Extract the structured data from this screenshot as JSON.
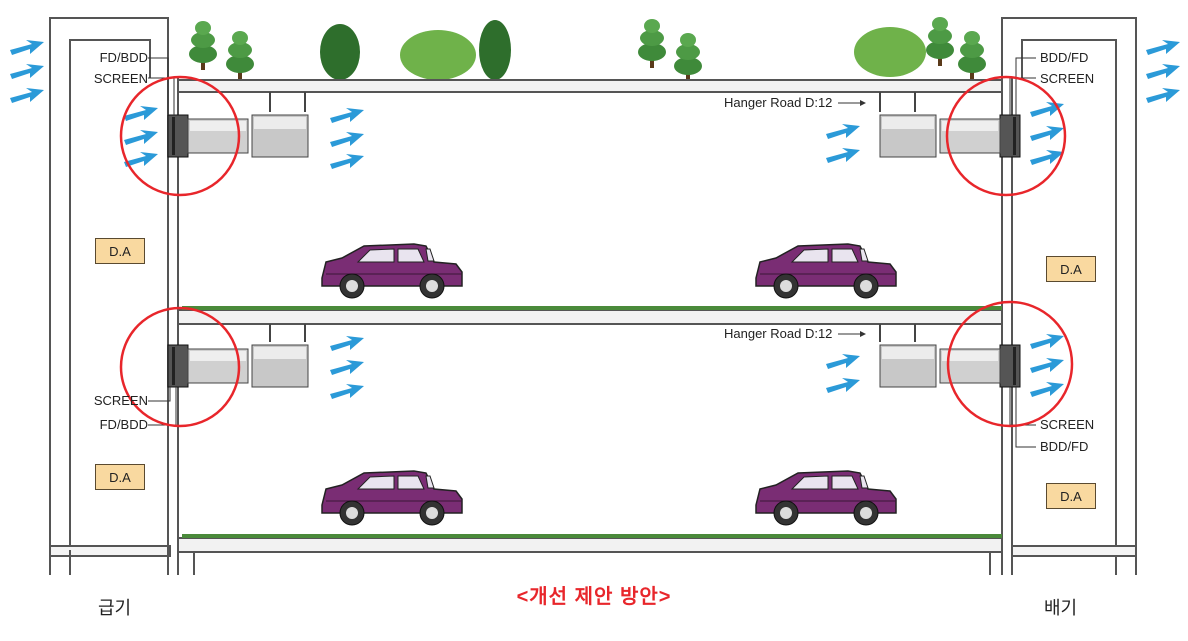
{
  "labels": {
    "left_top_fd": "FD/BDD",
    "left_top_screen": "SCREEN",
    "right_top_fd": "BDD/FD",
    "right_top_screen": "SCREEN",
    "hanger_top": "Hanger Road D:12",
    "hanger_bottom": "Hanger Road D:12",
    "left_bottom_screen": "SCREEN",
    "left_bottom_fd": "FD/BDD",
    "right_bottom_screen": "SCREEN",
    "right_bottom_fd": "BDD/FD",
    "da": "D.A"
  },
  "caption": "<개선 제안 방안>",
  "side_labels": {
    "left": "급기",
    "right": "배기"
  },
  "colors": {
    "highlight_circle": "#e8262b",
    "airflow_arrow": "#2b9ad8",
    "vehicle": "#7a2d74",
    "floor_strip": "#4a8a3a",
    "tree": "#3f8a3a",
    "da_box": "#f9d9a0"
  },
  "icons": [
    "tree-icon",
    "car-icon",
    "jet-fan-icon",
    "airflow-arrow-icon",
    "hanger-bolt-icon"
  ]
}
